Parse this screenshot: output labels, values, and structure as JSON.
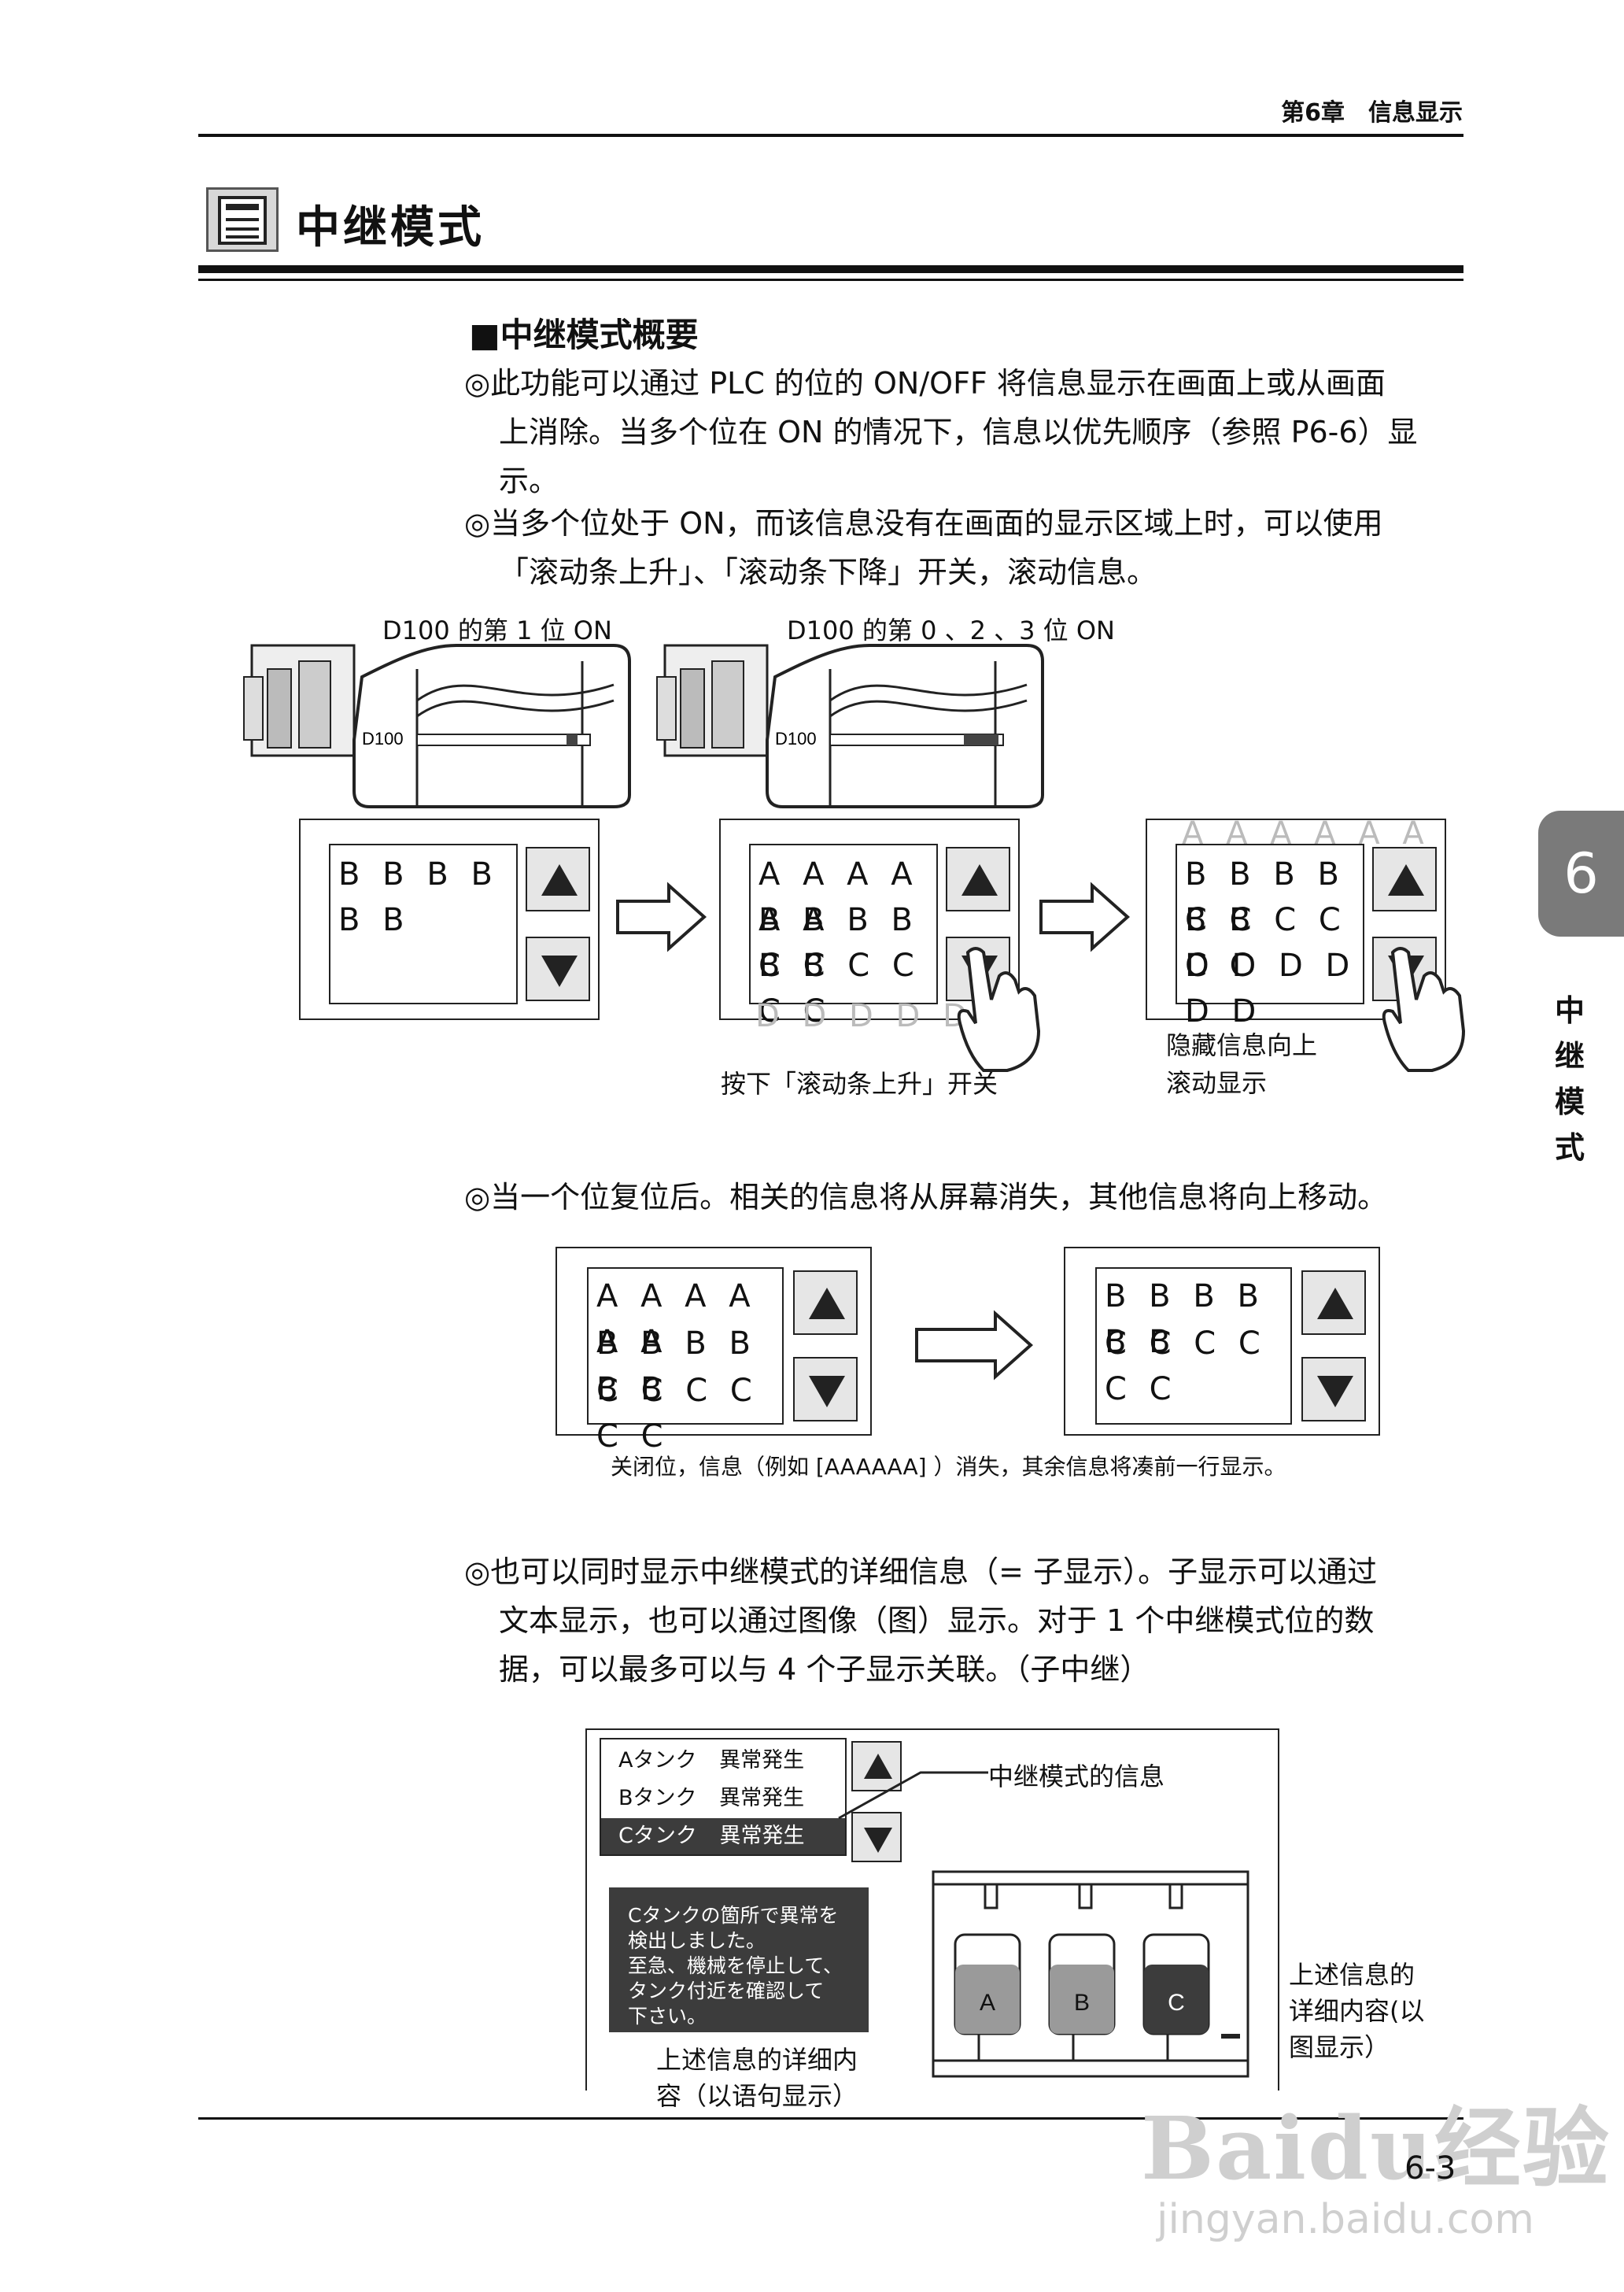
{
  "header": {
    "chapter": "第6章　信息显示"
  },
  "title": {
    "text": "中继模式"
  },
  "section": {
    "heading": "■中继模式概要"
  },
  "paragraphs": {
    "p1": [
      "◎此功能可以通过 PLC 的位的 ON/OFF 将信息显示在画面上或从画面",
      "上消除。当多个位在 ON 的情况下，信息以优先顺序（参照 P6-6）显",
      "示。"
    ],
    "p2": [
      "◎当多个位处于 ON，而该信息没有在画面的显示区域上时，可以使用",
      "「滚动条上升」、「滚动条下降」开关，滚动信息。"
    ],
    "p3": "◎当一个位复位后。相关的信息将从屏幕消失，其他信息将向上移动。",
    "p4": [
      "◎也可以同时显示中继模式的详细信息（= 子显示）。子显示可以通过",
      "文本显示，也可以通过图像（图）显示。对于 1 个中继模式位的数",
      "据，可以最多可以与 4 个子显示关联。（子中继）"
    ]
  },
  "figure1": {
    "label_left": "D100 的第 1 位 ON",
    "label_right": "D100 的第 0 、2 、3 位 ON",
    "register": "D100",
    "screen1": [
      "B B B B B B"
    ],
    "screen2": [
      "A A A A A A",
      "B B B B B B",
      "C C C C C C",
      "D D D D D D"
    ],
    "screen3": [
      "A A A A A A",
      "B B B B B B",
      "C C C C C C",
      "D D D D D D"
    ],
    "caption_press": "按下「滚动条上升」开关",
    "caption_hidden": [
      "隐藏信息向上",
      "滚动显示"
    ]
  },
  "figure2": {
    "before": [
      "A A A A A A",
      "B B B B B B",
      "C C C C C C"
    ],
    "after": [
      "B B B B B B",
      "C C C C C C"
    ],
    "caption": "关闭位，信息（例如 [AAAAAA] ）消失，其余信息将凑前一行显示。"
  },
  "figure3": {
    "rows": [
      {
        "name": "Aタンク",
        "status": "異常発生"
      },
      {
        "name": "Bタンク",
        "status": "異常発生"
      },
      {
        "name": "Cタンク",
        "status": "異常発生"
      }
    ],
    "detail_text": [
      "Cタンクの箇所で異常を",
      "検出しました。",
      "至急、機械を停止して、",
      "タンク付近を確認して",
      "下さい。"
    ],
    "tanks": [
      "A",
      "B",
      "C"
    ],
    "callout_message": "中继模式的信息",
    "callout_text": [
      "上述信息的详细内",
      "容（以语句显示）"
    ],
    "callout_image": [
      "上述信息的",
      "详细内容(以",
      "图显示）"
    ]
  },
  "side_tab": {
    "number": "6",
    "label": [
      "中",
      "继",
      "模",
      "式"
    ]
  },
  "footer": {
    "page": "6-3"
  },
  "watermark": {
    "brand": "Baidu经验",
    "url": "jingyan.baidu.com"
  }
}
